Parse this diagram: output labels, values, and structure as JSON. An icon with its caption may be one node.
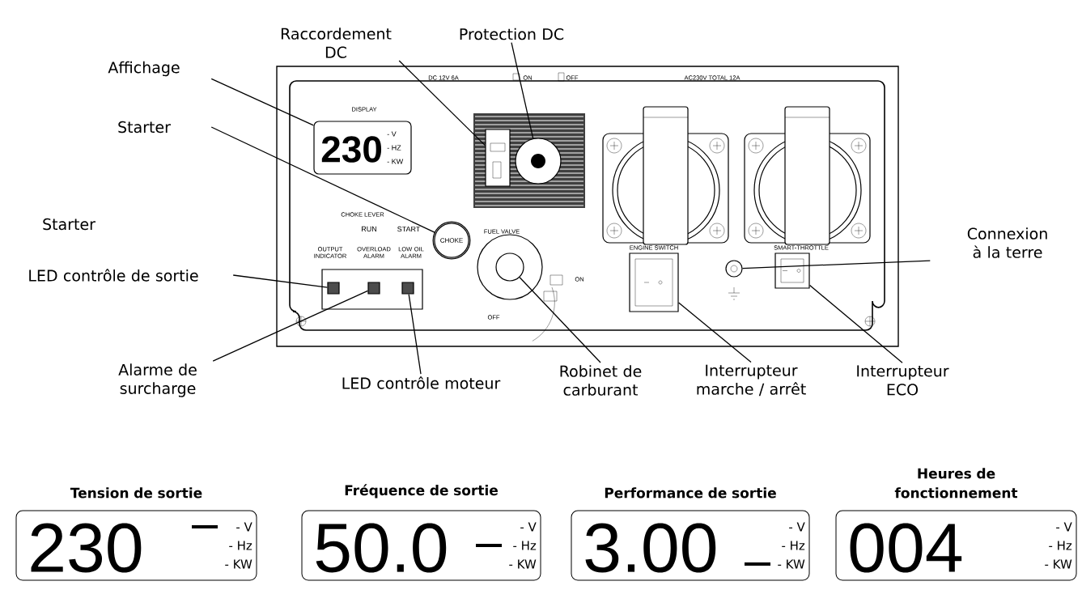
{
  "diagram": {
    "nodes": [
      {
        "text": [
          "Affichage"
        ]
      },
      {
        "text": [
          "Raccordement DC"
        ]
      },
      {
        "text": [
          "Protection DC"
        ]
      },
      {
        "text": [
          "Starter"
        ]
      },
      {
        "text": [
          "230",
          "- V",
          "- HZ",
          "- KW"
        ]
      },
      {
        "text": [],
        "shape": "box"
      },
      {
        "text": [],
        "shape": "circle"
      },
      {
        "text": [
          "CHOKE"
        ]
      },
      {
        "text": [
          "Connexion à la terre"
        ]
      },
      {
        "text": [],
        "shape": "circle"
      },
      {
        "text": [],
        "shape": "box"
      },
      {
        "text": [],
        "shape": "circle"
      },
      {
        "text": [],
        "shape": "box"
      },
      {
        "text": [
          "LED contrôle de sortie"
        ]
      },
      {
        "text": [],
        "shape": "box"
      },
      {
        "text": [],
        "shape": "box"
      },
      {
        "text": [],
        "shape": "box"
      },
      {
        "text": [
          "Alarme de surcharge"
        ]
      },
      {
        "text": [
          "LED contrôle moteur"
        ]
      },
      {
        "text": [
          "Robinet de carburant"
        ]
      },
      {
        "text": [
          "Interrupteur marche / arrêt"
        ]
      },
      {
        "text": [
          "Interrupteur ECO"
        ]
      },
      {
        "text": [
          "Tension de sortie",
          "230",
          "- V",
          "- Hz",
          "- KW"
        ]
      },
      {
        "text": [
          "Fréquence de sortie",
          "50.0",
          "- V",
          "- Hz",
          "- KW"
        ]
      },
      {
        "text": [
          "Performance de sortie",
          "3.00",
          "- V",
          "- Hz",
          "- KW"
        ]
      },
      {
        "text": [
          "Heures de fonctionnement",
          "004",
          "- V",
          "- Hz",
          "- KW"
        ]
      }
    ],
    "edges": [
      {
        "from": 0,
        "to": 4,
        "arrow": "none"
      },
      {
        "from": 1,
        "to": 5,
        "arrow": "none"
      },
      {
        "from": 2,
        "to": 6,
        "arrow": "none"
      },
      {
        "from": 3,
        "to": 7,
        "arrow": "none"
      },
      {
        "from": 8,
        "to": 11,
        "arrow": "none"
      },
      {
        "from": 13,
        "to": 14,
        "arrow": "none"
      },
      {
        "from": 17,
        "to": 15,
        "arrow": "none"
      },
      {
        "from": 18,
        "to": 16,
        "arrow": "none"
      },
      {
        "from": 19,
        "to": 9,
        "arrow": "none"
      },
      {
        "from": 20,
        "to": 10,
        "arrow": "none"
      },
      {
        "from": 21,
        "to": 12,
        "arrow": "none"
      }
    ],
    "labels": [
      "Starter",
      "DC 12V 6A",
      "ON",
      "OFF",
      "AC230V TOTAL 12A",
      "DISPLAY",
      "CHOKE LEVER",
      "RUN",
      "START",
      "FUEL VALVE",
      "ON",
      "OFF",
      "OUTPUT INDICATOR",
      "OVERLOAD ALARM",
      "LOW OIL ALARM",
      "ENGINE SWITCH",
      "SMART-THROTTLE"
    ]
  }
}
